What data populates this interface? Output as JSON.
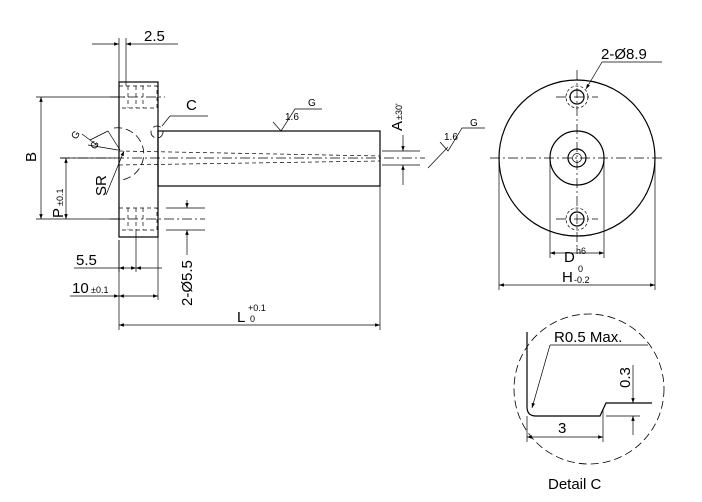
{
  "labels": {
    "dim_2_5": "2.5",
    "label_c": "C",
    "roughness_1": "1.6",
    "roughness_g1": "G",
    "roughness_2": "1.6",
    "roughness_g2": "G",
    "dim_a": "A",
    "dim_a_tol": "±30'",
    "dim_b": "B",
    "dim_p": "P",
    "dim_p_tol": "±0.1",
    "dim_sr": "SR",
    "dim_g_small": "G",
    "dim_5_5": "5.5",
    "dim_10": "10",
    "dim_10_tol": "±0.1",
    "dim_2_dia_5_5": "2-Ø5.5",
    "dim_l": "L",
    "dim_l_tol_upper": "+0.1",
    "dim_l_tol_lower": "0",
    "dim_2_dia_8_9": "2-Ø8.9",
    "dim_d": "D",
    "dim_d_tol": "h6",
    "dim_h": "H",
    "dim_h_tol_upper": "0",
    "dim_h_tol_lower": "-0.2",
    "detail_r": "R0.5 Max.",
    "detail_0_3": "0.3",
    "detail_3": "3",
    "detail_title": "Detail C"
  }
}
